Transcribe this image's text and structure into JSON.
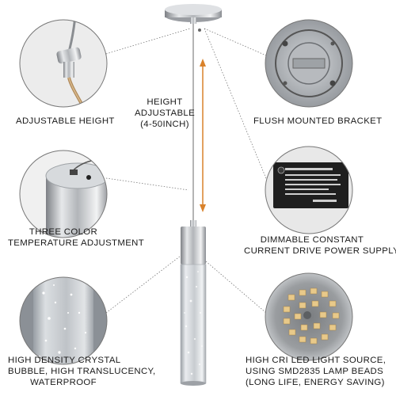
{
  "captions": {
    "adjustable_height": [
      "ADJUSTABLE HEIGHT"
    ],
    "height_adjustable": [
      "HEIGHT",
      "ADJUSTABLE",
      "(4-50INCH)"
    ],
    "flush_mounted": [
      "FLUSH MOUNTED BRACKET"
    ],
    "three_color": [
      "THREE COLOR",
      "TEMPERATURE ADJUSTMENT"
    ],
    "dimmable": [
      "DIMMABLE CONSTANT",
      "CURRENT DRIVE POWER SUPPLY"
    ],
    "crystal": [
      "HIGH DENSITY CRYSTAL",
      "BUBBLE, HIGH TRANSLUCENCY,",
      "WATERPROOF"
    ],
    "led": [
      "HIGH CRI LED LIGHT SOURCE,",
      "USING SMD2835 LAMP BEADS",
      "(LONG LIFE, ENERGY SAVING)"
    ]
  },
  "colors": {
    "arrow": "#d9822b",
    "chrome": "#b9bcc1",
    "leader": "#555555",
    "text": "#1a1a1a"
  }
}
